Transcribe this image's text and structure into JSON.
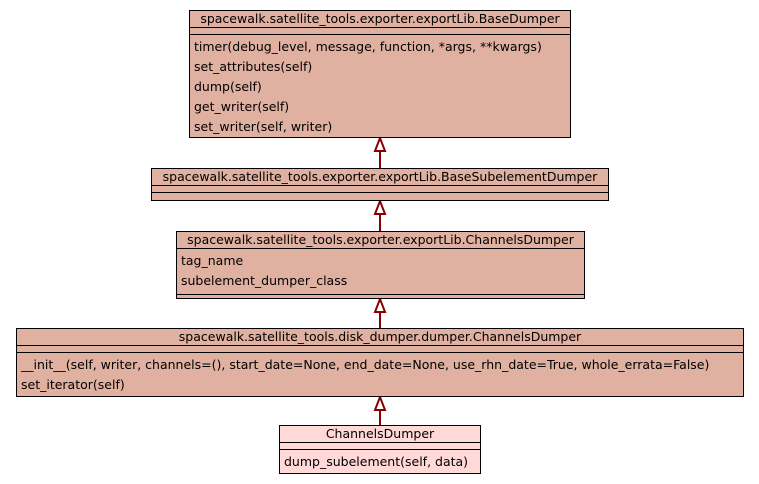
{
  "classes": {
    "base_dumper": {
      "name": "spacewalk.satellite_tools.exporter.exportLib.BaseDumper",
      "attributes": [],
      "methods": [
        "timer(debug_level, message, function, *args, **kwargs)",
        "set_attributes(self)",
        "dump(self)",
        "get_writer(self)",
        "set_writer(self, writer)"
      ]
    },
    "base_subelement_dumper": {
      "name": "spacewalk.satellite_tools.exporter.exportLib.BaseSubelementDumper",
      "attributes": [],
      "methods": []
    },
    "export_channels_dumper": {
      "name": "spacewalk.satellite_tools.exporter.exportLib.ChannelsDumper",
      "attributes": [
        "tag_name",
        "subelement_dumper_class"
      ],
      "methods": []
    },
    "disk_channels_dumper": {
      "name": "spacewalk.satellite_tools.disk_dumper.dumper.ChannelsDumper",
      "attributes": [],
      "methods": [
        "__init__(self, writer, channels=(), start_date=None, end_date=None, use_rhn_date=True, whole_errata=False)",
        "set_iterator(self)"
      ]
    },
    "channels_dumper": {
      "name": "ChannelsDumper",
      "attributes": [],
      "methods": [
        "dump_subelement(self, data)"
      ]
    }
  },
  "colors": {
    "class_fill": "#e0b0a0",
    "leaf_fill": "#ffd8d8",
    "arrow": "#8b0000"
  }
}
